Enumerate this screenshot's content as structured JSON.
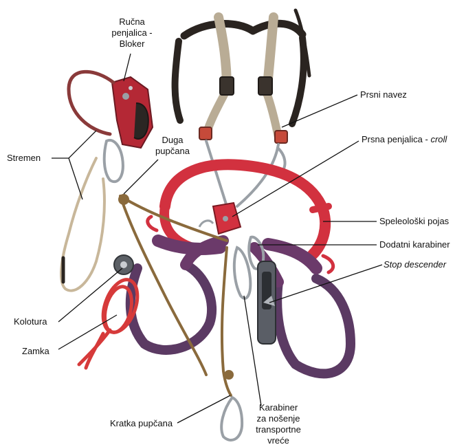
{
  "labels": {
    "rucna_line1": "Ručna",
    "rucna_line2": "penjalica -",
    "rucna_line3": "Bloker",
    "stremen": "Stremen",
    "duga_line1": "Duga",
    "duga_line2": "pupčana",
    "prsni_navez": "Prsni navez",
    "prsna_penjalica": "Prsna penjalica - ",
    "prsna_penjalica_italic": "croll",
    "speleoloski_pojas": "Speleološki pojas",
    "dodatni_karabiner": "Dodatni karabiner",
    "stop_descender": "Stop descender",
    "kolotura": "Kolotura",
    "zamka": "Zamka",
    "kratka_pupcana": "Kratka pupčana",
    "karabiner_line1": "Karabiner",
    "karabiner_line2": "za nošenje",
    "karabiner_line3": "transportne",
    "karabiner_line4": "vreće"
  },
  "colors": {
    "strap_black": "#2a2420",
    "strap_tan": "#b9ac95",
    "harness_red": "#d2313f",
    "harness_purple": "#5b3a63",
    "rope_brown": "#8a6a3c",
    "rope_tan": "#c8b79a",
    "coil_red": "#d63a3a",
    "metal": "#9aa0a6",
    "leader": "#111111"
  }
}
